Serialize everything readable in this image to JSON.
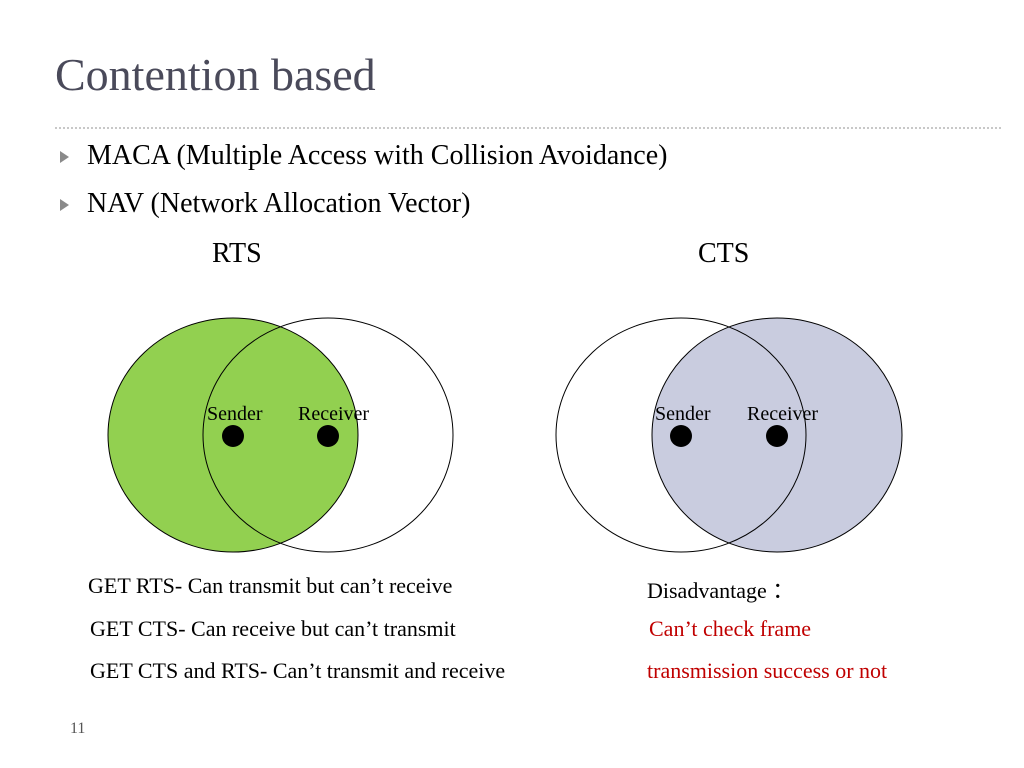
{
  "slide": {
    "title": "Contention based",
    "bullets": [
      "MACA (Multiple Access with Collision Avoidance)",
      "NAV (Network Allocation Vector)"
    ],
    "diagram_labels": {
      "left": "RTS",
      "right": "CTS"
    },
    "left_diagram": {
      "sender": "Sender",
      "receiver": "Receiver",
      "fill": "#92d050"
    },
    "right_diagram": {
      "sender": "Sender",
      "receiver": "Receiver",
      "fill": "#c9ccdf"
    },
    "notes": [
      "GET RTS- Can transmit  but can’t receive",
      "GET CTS- Can receive but can’t transmit",
      "GET CTS and RTS- Can’t transmit and receive"
    ],
    "disadvantage": {
      "heading": "Disadvantage ：",
      "line1": "Can’t check frame",
      "line2": "transmission success or not"
    },
    "page_number": "11"
  }
}
